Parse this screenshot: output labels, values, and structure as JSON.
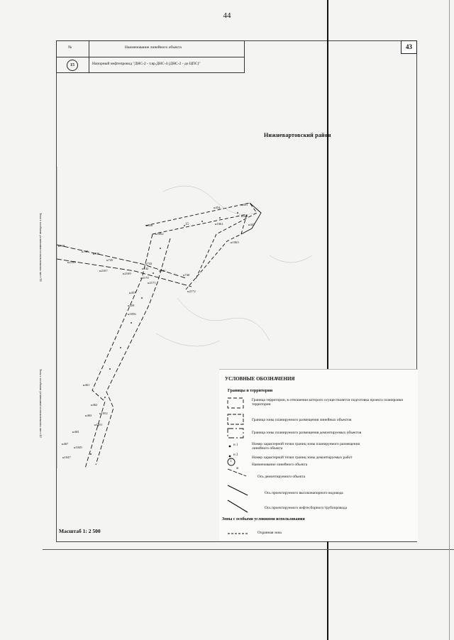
{
  "page_number": "44",
  "sheet_number": "43",
  "header_table": {
    "col_number": "№",
    "col_name": "Наименование линейного объекта",
    "row_number": "15",
    "row_name": "Напорный нефтепровод \"ДНС-2 - т.вр.ДНС-4 (ДНС-2 - до ЦПС)\""
  },
  "district": "Нижневартовский район",
  "scale": "Масштаб 1: 2 500",
  "map": {
    "side_label_top": "Зона с особыми условиями использования лист 36",
    "side_label_bottom": "Зона с особыми условиями использования лист 42",
    "object_label": "15",
    "points": [
      {
        "label": "н454"
      },
      {
        "label": "н451"
      },
      {
        "label": "н448"
      },
      {
        "label": "н447"
      },
      {
        "label": "н1061"
      },
      {
        "label": "н1063"
      },
      {
        "label": "н456"
      },
      {
        "label": "н1062"
      },
      {
        "label": "н748"
      },
      {
        "label": "н747"
      },
      {
        "label": "н746"
      },
      {
        "label": "н745"
      },
      {
        "label": "н743"
      },
      {
        "label": "н742"
      },
      {
        "label": "н741"
      },
      {
        "label": "н740"
      },
      {
        "label": "н2165"
      },
      {
        "label": "н2167"
      },
      {
        "label": "н2169"
      },
      {
        "label": "н2170"
      },
      {
        "label": "н2171"
      },
      {
        "label": "н2172"
      },
      {
        "label": "н457"
      },
      {
        "label": "н459"
      },
      {
        "label": "н1056"
      },
      {
        "label": "н461"
      },
      {
        "label": "н462"
      },
      {
        "label": "н463"
      },
      {
        "label": "н1052"
      },
      {
        "label": "н1051"
      },
      {
        "label": "н465"
      },
      {
        "label": "н1049"
      },
      {
        "label": "н467"
      },
      {
        "label": "н1047"
      }
    ]
  },
  "legend": {
    "title": "УСЛОВНЫЕ ОБОЗНАЧЕНИЯ",
    "section_borders": "Границы и территории",
    "items_borders": [
      {
        "text": "Граница территории, в отношении которого осуществляется подготовка проекта планировки территории"
      },
      {
        "text": "Граница зоны планируемого размещения линейных объектов"
      },
      {
        "text": "Граница зоны планируемого размещения демонтируемых объектов"
      },
      {
        "text": "Номер характерной точки границ зоны планируемого размещения линейного объекта"
      },
      {
        "text": "Номер характерной точки границ зоны демонтируемых работ"
      },
      {
        "text": "Наименование линейного объекта"
      }
    ],
    "items_lines": [
      {
        "text": "Ось демонтируемого объекта"
      },
      {
        "text": "Ось проектируемого высоконапорного водовода"
      },
      {
        "text": "Ось проектируемого нефтесборного трубопровода"
      }
    ],
    "section_zones": "Зоны с особыми условиями использования",
    "items_zones": [
      {
        "text": "Охранная зона"
      }
    ],
    "symbol_point_label": "н 1",
    "symbol_dem_label": "н 3",
    "symbol_name_label": "1",
    "symbol_axis_label": "ж"
  }
}
